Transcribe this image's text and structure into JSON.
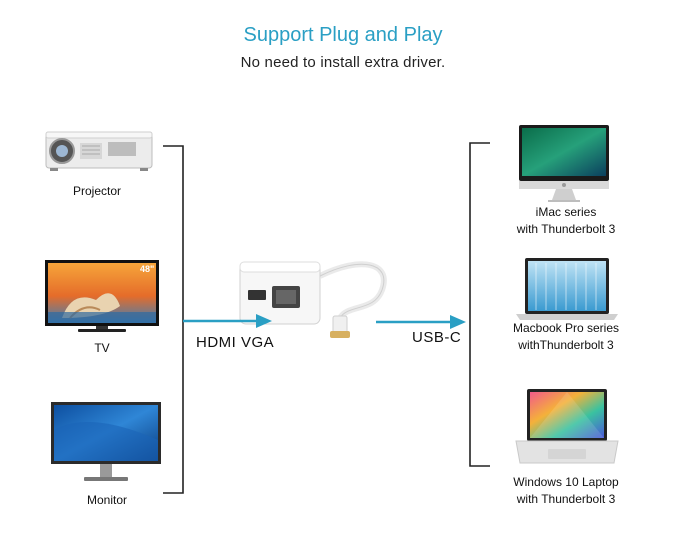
{
  "header": {
    "title": "Support Plug and Play",
    "subtitle": "No need to install extra driver."
  },
  "sources": [
    {
      "label": "Projector"
    },
    {
      "label": "TV"
    },
    {
      "label": "Monitor"
    }
  ],
  "tv_badge": "48\"",
  "targets": [
    {
      "line1": "iMac series",
      "line2": "with Thunderbolt 3"
    },
    {
      "line1": "Macbook Pro series",
      "line2": "withThunderbolt 3"
    },
    {
      "line1": "Windows 10 Laptop",
      "line2": "with Thunderbolt 3"
    }
  ],
  "connectors": {
    "left": "HDMI VGA",
    "right": "USB-C"
  },
  "colors": {
    "accent": "#2a9fc4",
    "arrow": "#2a9fc4",
    "bracket": "#222222"
  }
}
